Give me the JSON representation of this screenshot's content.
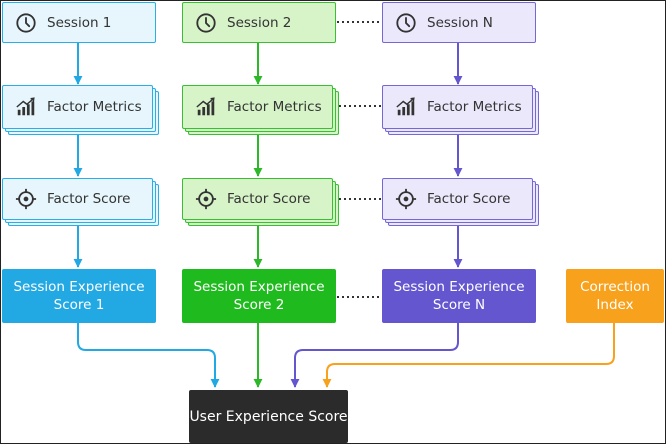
{
  "columns": [
    {
      "session_label": "Session 1",
      "metrics_label": "Factor Metrics",
      "score_label": "Factor Score",
      "experience_line1": "Session Experience",
      "experience_line2": "Score 1"
    },
    {
      "session_label": "Session 2",
      "metrics_label": "Factor Metrics",
      "score_label": "Factor Score",
      "experience_line1": "Session Experience",
      "experience_line2": "Score 2"
    },
    {
      "session_label": "Session N",
      "metrics_label": "Factor Metrics",
      "score_label": "Factor Score",
      "experience_line1": "Session Experience",
      "experience_line2": "Score N"
    }
  ],
  "correction": {
    "line1": "Correction",
    "line2": "Index"
  },
  "result": {
    "label": "User Experience Score"
  },
  "colors": {
    "blue": "#22a8e2",
    "green": "#1fbb1e",
    "purple": "#6356cf",
    "orange": "#f7a11c",
    "dark": "#2b2b2b"
  },
  "icons": {
    "session": "clock-icon",
    "metrics": "bar-chart-icon",
    "score": "target-icon"
  }
}
